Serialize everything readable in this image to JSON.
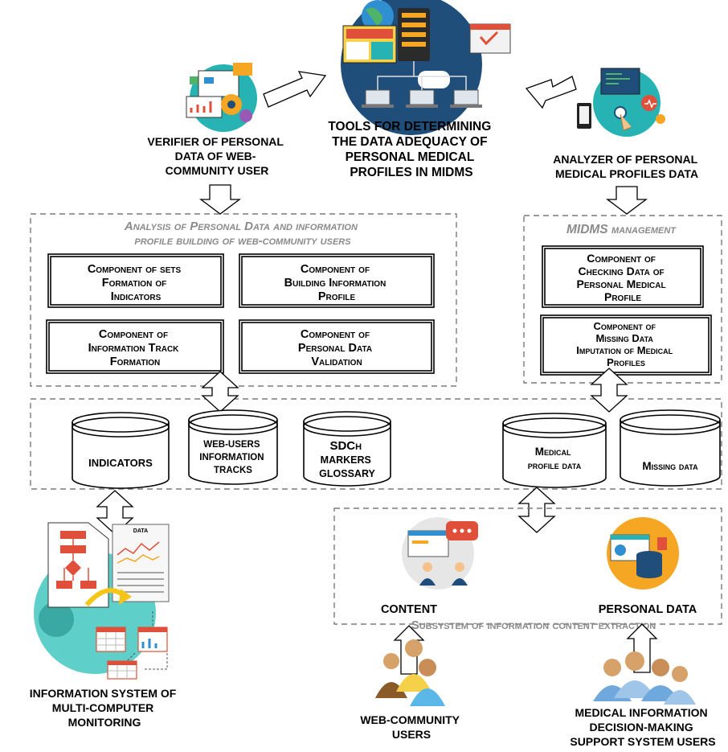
{
  "title": [
    "TOOLS FOR DETERMINING",
    "THE DATA ADEQUACY OF",
    "PERSONAL MEDICAL",
    "PROFILES IN MIDMS"
  ],
  "verifier": [
    "VERIFIER OF PERSONAL",
    "DATA OF WEB-",
    "COMMUNITY USER"
  ],
  "analyzer": [
    "ANALYZER OF PERSONAL",
    "MEDICAL PROFILES DATA"
  ],
  "analysis_group": {
    "title": [
      "Analysis of Personal Data and information",
      "profile building of web-community users"
    ],
    "components": [
      [
        "Component of sets",
        "Formation of",
        "Indicators"
      ],
      [
        "Component of",
        "Building Information",
        "Profile"
      ],
      [
        "Component of",
        "Information Track",
        "Formation"
      ],
      [
        "Component of",
        "Personal Data",
        "Validation"
      ]
    ]
  },
  "midms_group": {
    "title": [
      "MIDMS management"
    ],
    "components": [
      [
        "Component of",
        "Checking Data of",
        "Personal Medical",
        "Profile"
      ],
      [
        "Component of",
        "Missing Data",
        "Imputation of Medical",
        "Profiles"
      ]
    ]
  },
  "databases": [
    [
      "INDICATORS"
    ],
    [
      "WEB-USERS",
      "INFORMATION",
      "TRACKS"
    ],
    [
      "SDCh",
      "MARKERS",
      "GLOSSARY"
    ],
    [
      "Medical",
      "profile data"
    ],
    [
      "Missing data"
    ]
  ],
  "subsystem": {
    "content_label": "CONTENT",
    "personal_label": "PERSONAL DATA",
    "title": "Subsystem of information content extraction"
  },
  "info_system": [
    "INFORMATION SYSTEM OF",
    "MULTI-COMPUTER",
    "MONITORING"
  ],
  "web_users": [
    "WEB-COMMUNITY",
    "USERS"
  ],
  "medical_users": [
    "MEDICAL INFORMATION",
    "DECISION-MAKING",
    "SUPPORT SYSTEM USERS"
  ],
  "data_doc_label": "DATA",
  "colors": {
    "teal": "#27b3b3",
    "navy": "#1f4e7a",
    "orange": "#f5a623",
    "red": "#e04f3a",
    "gray_text": "#8a8a8a",
    "dashed": "#7a7a7a"
  },
  "icons": [
    "monitor-web-icon",
    "server-network-icon",
    "tablet-medical-icon",
    "chat-people-icon",
    "database-chart-icon",
    "flowchart-document-icon",
    "users-group-icon",
    "doctors-group-icon"
  ]
}
